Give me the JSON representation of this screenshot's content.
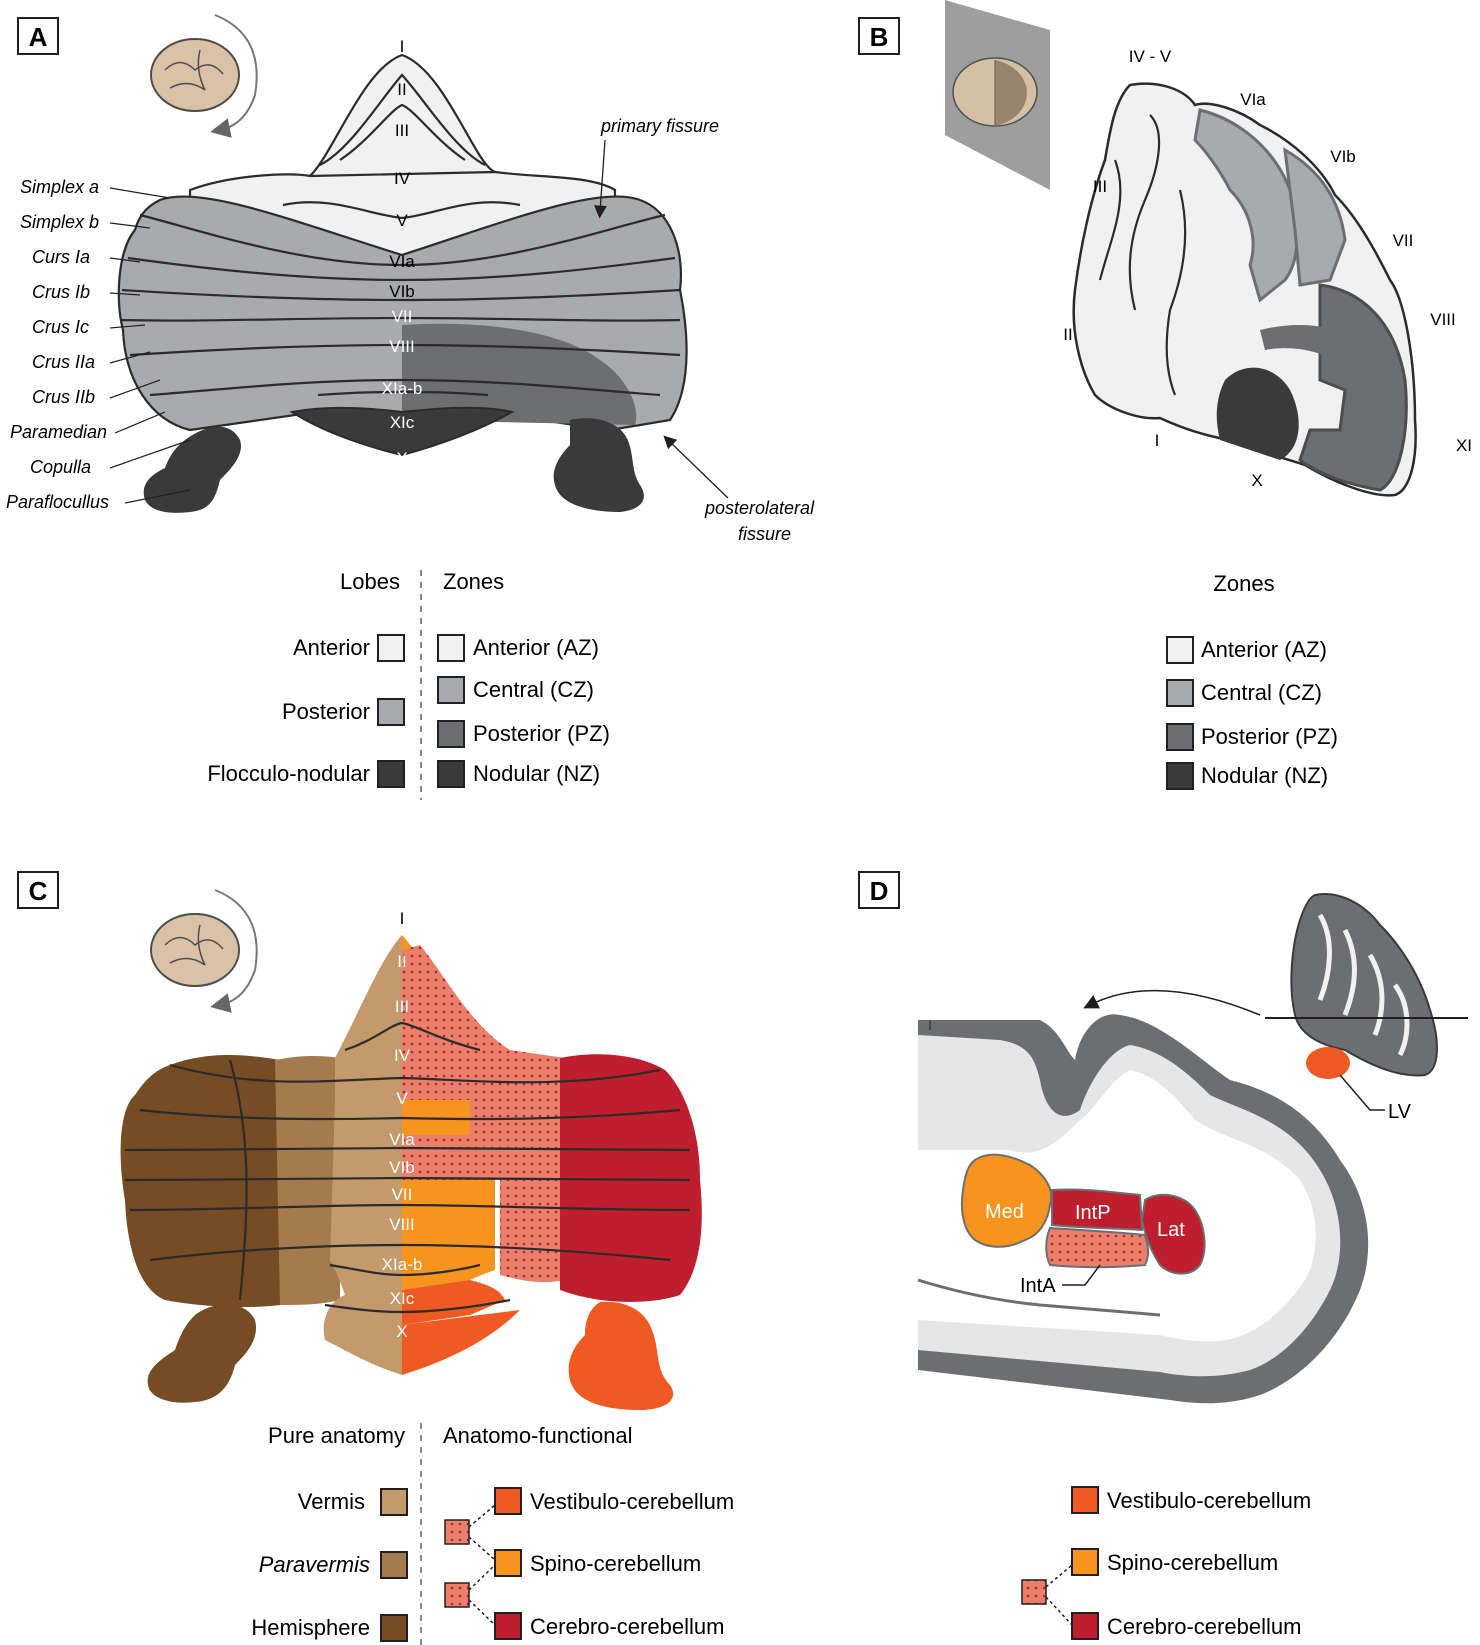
{
  "panels": {
    "a": {
      "letter": "A"
    },
    "b": {
      "letter": "B"
    },
    "c": {
      "letter": "C"
    },
    "d": {
      "letter": "D"
    }
  },
  "panel_a": {
    "lobules": [
      "I",
      "II",
      "III",
      "IV",
      "V",
      "VIa",
      "VIb",
      "VII",
      "VIII",
      "XIa-b",
      "XIc",
      "X"
    ],
    "left_labels": [
      "Simplex a",
      "Simplex b",
      "Curs Ia",
      "Crus Ib",
      "Crus Ic",
      "Crus IIa",
      "Crus IIb",
      "Paramedian",
      "Copulla",
      "Paraflocullus"
    ],
    "right_labels": {
      "primary": "primary fissure",
      "posterolateral_1": "posterolateral",
      "posterolateral_2": "fissure"
    },
    "legend": {
      "lobes_heading": "Lobes",
      "zones_heading": "Zones",
      "lobes": [
        "Anterior",
        "Posterior",
        "Flocculo-nodular"
      ],
      "zones": [
        "Anterior (AZ)",
        "Central (CZ)",
        "Posterior (PZ)",
        "Nodular (NZ)"
      ]
    }
  },
  "panel_b": {
    "lobules": [
      "IV - V",
      "VIa",
      "VIb",
      "VII",
      "VIII",
      "III",
      "II",
      "I",
      "X",
      "XI"
    ],
    "legend": {
      "heading": "Zones",
      "zones": [
        "Anterior (AZ)",
        "Central (CZ)",
        "Posterior (PZ)",
        "Nodular (NZ)"
      ]
    }
  },
  "panel_c": {
    "lobules": [
      "I",
      "II",
      "III",
      "IV",
      "V",
      "VIa",
      "VIb",
      "VII",
      "VIII",
      "XIa-b",
      "XIc",
      "X"
    ],
    "legend": {
      "anatomy_heading": "Pure anatomy",
      "functional_heading": "Anatomo-functional",
      "anatomy": [
        "Vermis",
        "Paravermis",
        "Hemisphere"
      ],
      "functional": [
        "Vestibulo-cerebellum",
        "Spino-cerebellum",
        "Cerebro-cerebellum"
      ]
    }
  },
  "panel_d": {
    "nuclei": [
      "Med",
      "IntP",
      "Lat",
      "IntA"
    ],
    "lv_label": "LV",
    "legend": [
      "Vestibulo-cerebellum",
      "Spino-cerebellum",
      "Cerebro-cerebellum"
    ]
  },
  "colors": {
    "anterior": "#f1f1f1",
    "central": "#a9aaad",
    "posterior": "#6d6e71",
    "nodular": "#3a3a3b",
    "vermis": "#c49a6c",
    "paravermis": "#a57a4f",
    "hemisphere": "#754c24",
    "vestibulo": "#ef5a24",
    "spino": "#f7941d",
    "cerebro": "#be1e2d",
    "dotted": "#e8806c",
    "brain_icon": "#d9c2a6"
  }
}
